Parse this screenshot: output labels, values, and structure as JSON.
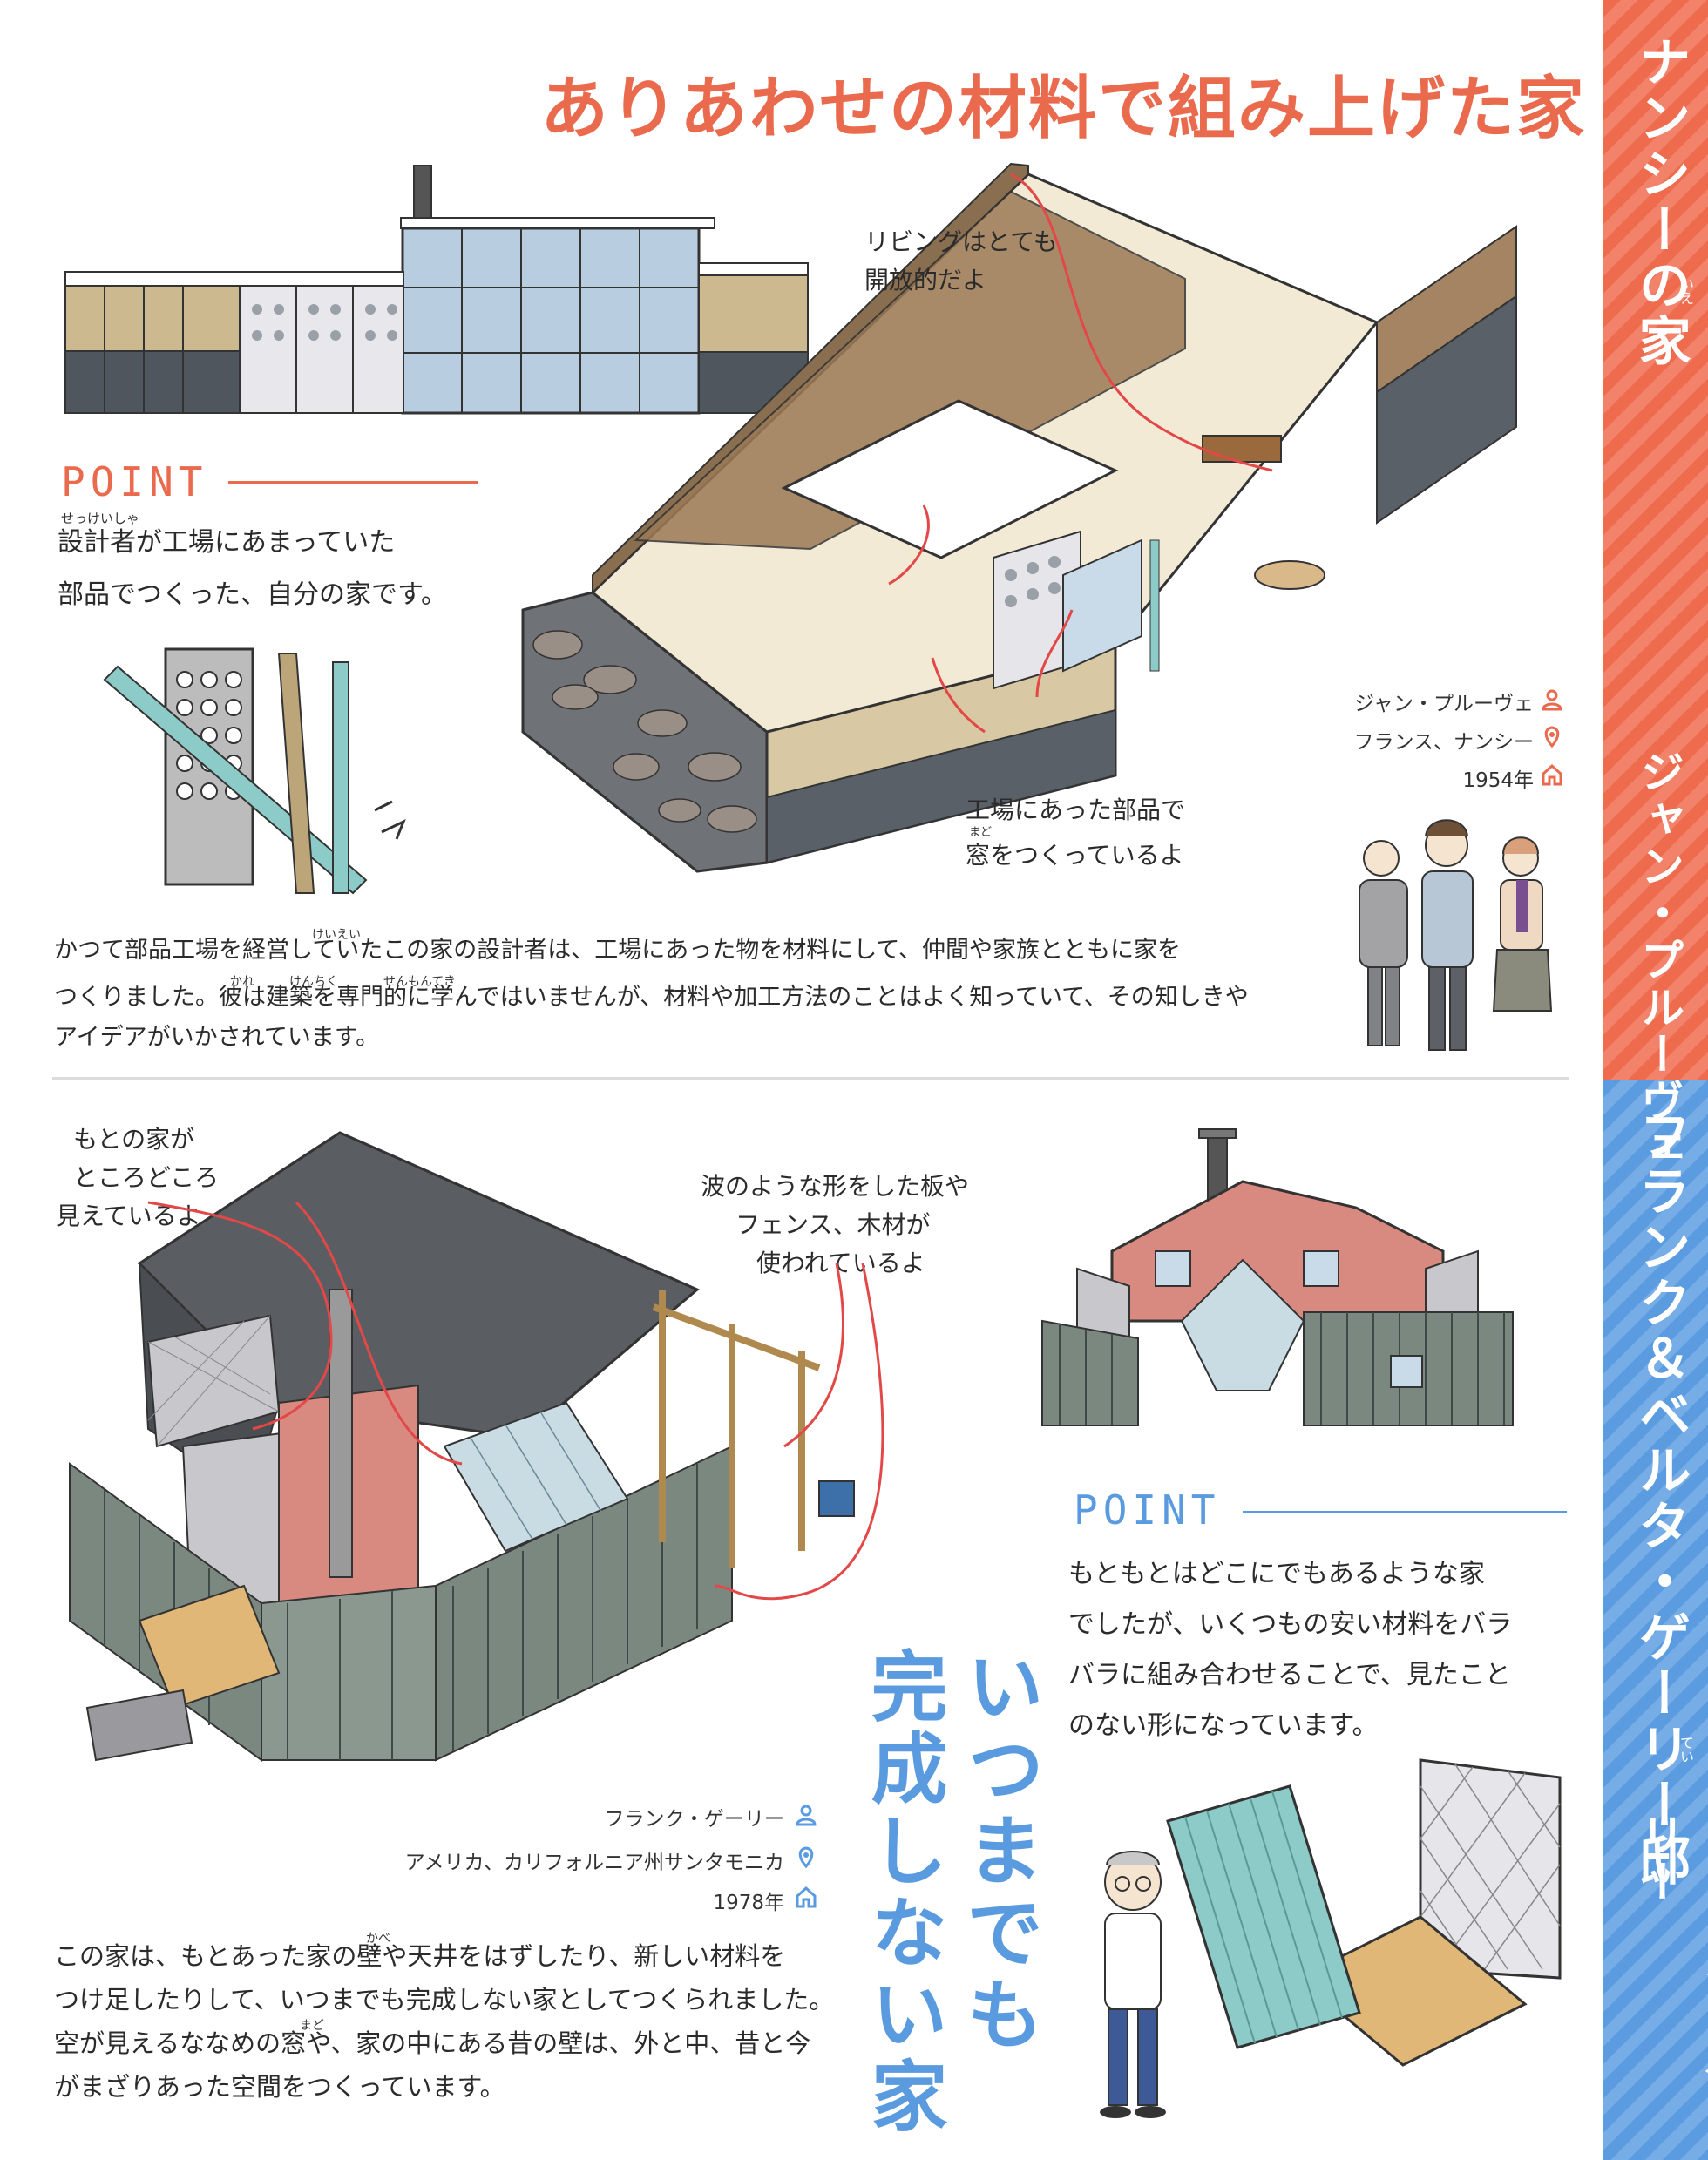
{
  "page": {
    "title": "ありあわせの材料で組み上げた家",
    "side_top_title": "ナンシーの家",
    "side_top_ruby": "いえ",
    "side_top_name": "ジャン・プルーヴェ",
    "side_bottom_title": "フランク＆ベルタ・ゲーリー邸",
    "side_bottom_ruby": "てい",
    "side_bottom_name": "フランク・ゲーリー"
  },
  "colors": {
    "accent_red": "#ea6a4d",
    "accent_blue": "#5a9be0"
  },
  "house1": {
    "point_label": "POINT",
    "point_text_line1": "設計者が工場にあまっていた",
    "point_text_line2": "部品でつくった、自分の家です。",
    "point_ruby": "せっけいしゃ",
    "callout_living_1": "リビングはとても",
    "callout_living_2": "開放的だよ",
    "callout_window_1": "工場にあった部品で",
    "callout_window_ruby": "まど",
    "callout_window_2": "窓をつくっているよ",
    "architect": "ジャン・プルーヴェ",
    "location": "フランス、ナンシー",
    "year": "1954年",
    "desc_line1": "かつて部品工場を経営していたこの家の設計者は、工場にあった物を材料にして、仲間や家族とともに家を",
    "desc_line2": "つくりました。彼は建築を専門的に学んではいませんが、材料や加工方法のことはよく知っていて、その知しきや",
    "desc_line3": "アイデアがいかされています。",
    "ruby_keiei": "けいえい",
    "ruby_kare": "かれ",
    "ruby_kenchiku": "けんちく",
    "ruby_senmonteki": "せんもんてき"
  },
  "house2": {
    "callout_orig_1": "もとの家が",
    "callout_orig_2": "ところどころ",
    "callout_orig_3": "見えているよ",
    "callout_wave_1": "波のような形をした板や",
    "callout_wave_2": "フェンス、木材が",
    "callout_wave_3": "使われているよ",
    "point_label": "POINT",
    "point_text_line1": "もともとはどこにでもあるような家",
    "point_text_line2": "でしたが、いくつもの安い材料をバラ",
    "point_text_line3": "バラに組み合わせることで、見たこと",
    "point_text_line4": "のない形になっています。",
    "catch_col1": "いつまでも",
    "catch_col2": "完成しない家",
    "architect": "フランク・ゲーリー",
    "location": "アメリカ、カリフォルニア州サンタモニカ",
    "year": "1978年",
    "desc_line1": "この家は、もとあった家の壁や天井をはずしたり、新しい材料を",
    "desc_line2": "つけ足したりして、いつまでも完成しない家としてつくられました。",
    "desc_line3": "空が見えるななめの窓や、家の中にある昔の壁は、外と中、昔と今",
    "desc_line4": "がまざりあった空間をつくっています。",
    "ruby_kabe": "かべ",
    "ruby_mado": "まど"
  }
}
